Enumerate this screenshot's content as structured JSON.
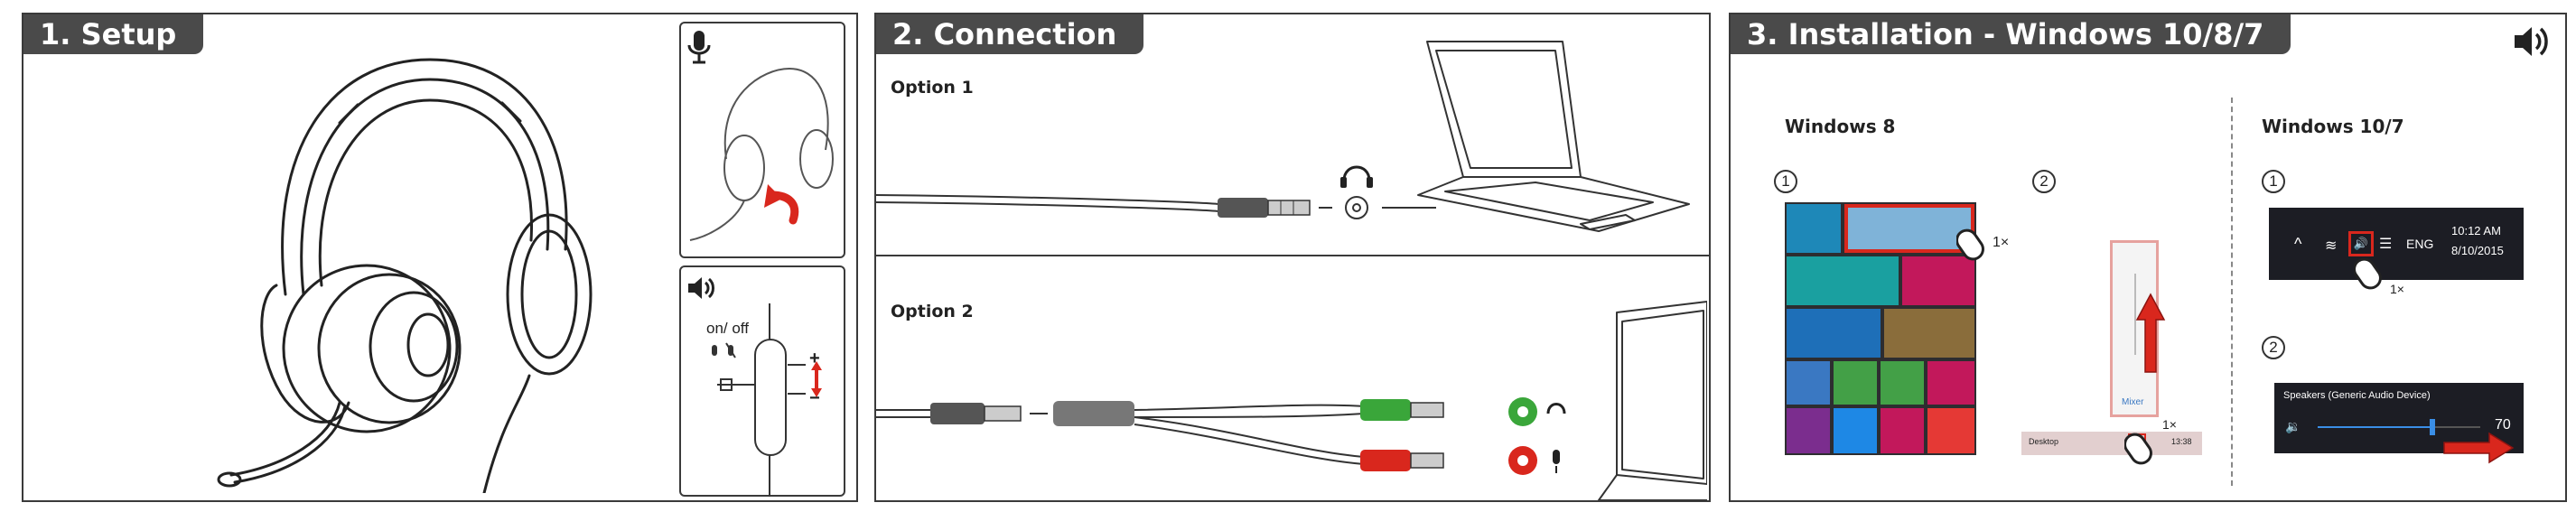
{
  "sections": {
    "setup": {
      "title": "1. Setup"
    },
    "connection": {
      "title": "2. Connection",
      "option1": "Option 1",
      "option2": "Option 2"
    },
    "installation": {
      "title": "3. Installation - Windows 10/8/7"
    }
  },
  "volume_box": {
    "switch_label": "on/ off",
    "plus": "+",
    "minus": "−"
  },
  "win8": {
    "heading": "Windows 8",
    "step1": "1",
    "step2": "2",
    "click1": "1×",
    "click2": "1×",
    "mixer_label": "Mixer",
    "taskbar_label": "Desktop",
    "taskbar_time": "13:38"
  },
  "win10": {
    "heading": "Windows 10/7",
    "step1": "1",
    "step2": "2",
    "lang": "ENG",
    "time": "10:12 AM",
    "date": "8/10/2015",
    "click": "1×",
    "device": "Speakers (Generic Audio Device)",
    "volume": "70"
  },
  "tile_colors": [
    "#1e88b8",
    "#e8e8e8",
    "#1aa0a0",
    "#c2185b",
    "#1e6fb8",
    "#8a6d3b",
    "#3a78c2",
    "#43a047",
    "#43a047",
    "#c2185b",
    "#7b2d8e",
    "#1e88e5",
    "#c2185b",
    "#e53935"
  ],
  "accent": "#d9271d"
}
